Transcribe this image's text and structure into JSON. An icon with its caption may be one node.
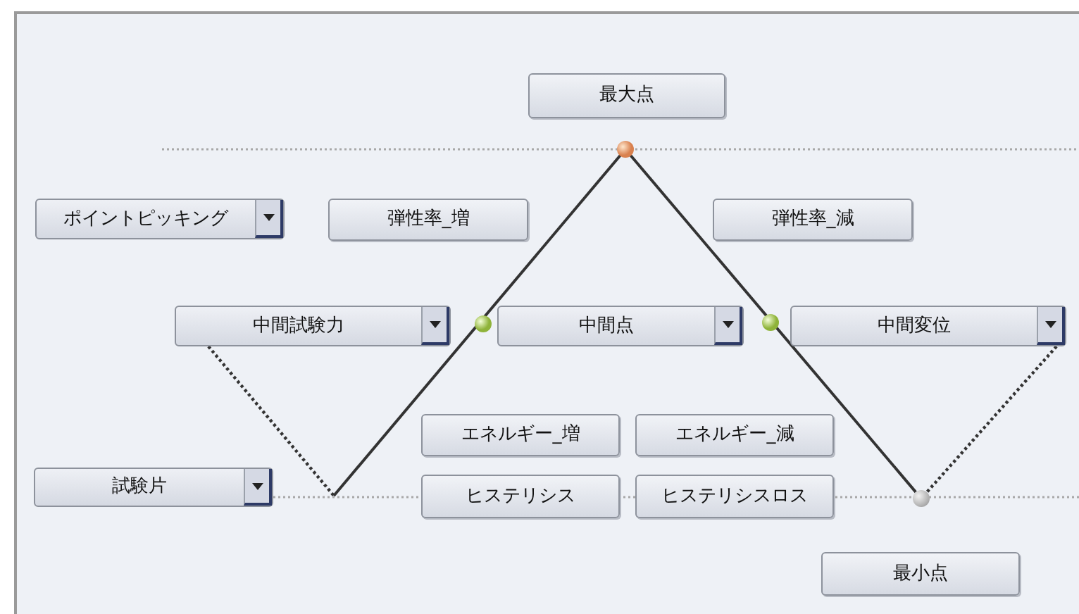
{
  "diagram": {
    "nodes": [
      {
        "text": [
          "最大点"
        ]
      },
      {
        "text": [
          "ポイントピッキング"
        ]
      },
      {
        "text": [
          "弾性率_増"
        ]
      },
      {
        "text": [
          "弾性率_減"
        ]
      },
      {
        "text": [
          "中間試験力"
        ]
      },
      {
        "text": [
          "中間点"
        ]
      },
      {
        "text": [
          "中間変位"
        ]
      },
      {
        "text": [
          "エネルギー_増"
        ]
      },
      {
        "text": [
          "エネルギー_減"
        ]
      },
      {
        "text": [
          "試験片"
        ]
      },
      {
        "text": [
          "ヒステリシス"
        ]
      },
      {
        "text": [
          "ヒステリシスロス"
        ]
      },
      {
        "text": [
          "最小点"
        ]
      },
      {
        "text": [],
        "shape": "circle"
      }
    ],
    "edges": [
      {
        "from": 4,
        "to": null,
        "arrow": "none",
        "style": "dashed"
      },
      {
        "from": 6,
        "to": 13,
        "arrow": "none",
        "style": "dashed"
      },
      {
        "from": null,
        "to": 13,
        "arrow": "none"
      }
    ]
  }
}
